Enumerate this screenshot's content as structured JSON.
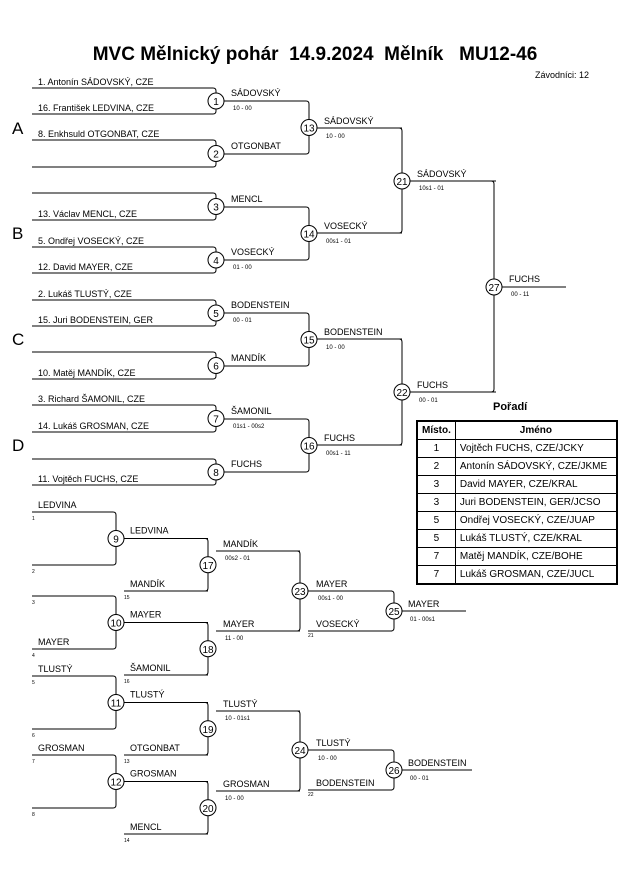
{
  "header": {
    "title": "MVC Mělnický pohár  14.9.2024  Mělník   MU12-46",
    "competitors": "Závodníci: 12"
  },
  "pools": [
    "A",
    "B",
    "C",
    "D"
  ],
  "entries": [
    "1. Antonín SÁDOVSKÝ, CZE",
    "16. František LEDVINA, CZE",
    "8. Enkhsuld OTGONBAT, CZE",
    "13. Václav MENCL, CZE",
    "5. Ondřej VOSECKÝ, CZE",
    "12. David MAYER, CZE",
    "2. Lukáš TLUSTÝ, CZE",
    "15. Juri BODENSTEIN, GER",
    "10. Matěj MANDÍK, CZE",
    "3. Richard ŠAMONIL, CZE",
    "14. Lukáš GROSMAN, CZE",
    "11. Vojtěch FUCHS, CZE"
  ],
  "main_matches": [
    {
      "no": "1",
      "winner": "SÁDOVSKÝ",
      "score": "10 - 00"
    },
    {
      "no": "2",
      "winner": "OTGONBAT",
      "score": ""
    },
    {
      "no": "3",
      "winner": "MENCL",
      "score": ""
    },
    {
      "no": "4",
      "winner": "VOSECKÝ",
      "score": "01 - 00"
    },
    {
      "no": "5",
      "winner": "BODENSTEIN",
      "score": "00 - 01"
    },
    {
      "no": "6",
      "winner": "MANDÍK",
      "score": ""
    },
    {
      "no": "7",
      "winner": "ŠAMONIL",
      "score": "01s1 - 00s2"
    },
    {
      "no": "8",
      "winner": "FUCHS",
      "score": ""
    },
    {
      "no": "13",
      "winner": "SÁDOVSKÝ",
      "score": "10 - 00"
    },
    {
      "no": "14",
      "winner": "VOSECKÝ",
      "score": "00s1 - 01"
    },
    {
      "no": "15",
      "winner": "BODENSTEIN",
      "score": "10 - 00"
    },
    {
      "no": "16",
      "winner": "FUCHS",
      "score": "00s1 - 11"
    },
    {
      "no": "21",
      "winner": "SÁDOVSKÝ",
      "score": "10s1 - 01"
    },
    {
      "no": "22",
      "winner": "FUCHS",
      "score": "00 - 01"
    },
    {
      "no": "27",
      "winner": "FUCHS",
      "score": "00 - 11"
    }
  ],
  "repechage_entries": [
    {
      "name": "LEDVINA",
      "ref": "1"
    },
    {
      "name": "",
      "ref": "2"
    },
    {
      "name": "MANDÍK",
      "ref": "15"
    },
    {
      "name": "",
      "ref": "3"
    },
    {
      "name": "MAYER",
      "ref": "4"
    },
    {
      "name": "ŠAMONIL",
      "ref": "16"
    },
    {
      "name": "TLUSTÝ",
      "ref": "5"
    },
    {
      "name": "",
      "ref": "6"
    },
    {
      "name": "OTGONBAT",
      "ref": "13"
    },
    {
      "name": "GROSMAN",
      "ref": "7"
    },
    {
      "name": "",
      "ref": "8"
    },
    {
      "name": "MENCL",
      "ref": "14"
    },
    {
      "name": "VOSECKÝ",
      "ref": "21"
    },
    {
      "name": "BODENSTEIN",
      "ref": "22"
    }
  ],
  "repechage_matches": [
    {
      "no": "9",
      "winner": "LEDVINA",
      "score": ""
    },
    {
      "no": "10",
      "winner": "MAYER",
      "score": ""
    },
    {
      "no": "11",
      "winner": "TLUSTÝ",
      "score": ""
    },
    {
      "no": "12",
      "winner": "GROSMAN",
      "score": ""
    },
    {
      "no": "17",
      "winner": "MANDÍK",
      "score": "00s2 - 01"
    },
    {
      "no": "18",
      "winner": "MAYER",
      "score": "11 - 00"
    },
    {
      "no": "19",
      "winner": "TLUSTÝ",
      "score": "10 - 01s1"
    },
    {
      "no": "20",
      "winner": "GROSMAN",
      "score": "10 - 00"
    },
    {
      "no": "23",
      "winner": "MAYER",
      "score": "00s1 - 00"
    },
    {
      "no": "24",
      "winner": "TLUSTÝ",
      "score": "10 - 00"
    },
    {
      "no": "25",
      "winner": "MAYER",
      "score": "01 - 00s1"
    },
    {
      "no": "26",
      "winner": "BODENSTEIN",
      "score": "00 - 01"
    }
  ],
  "standings": {
    "title": "Pořadí",
    "headers": [
      "Místo.",
      "Jméno"
    ],
    "rows": [
      {
        "place": "1",
        "name": "Vojtěch FUCHS, CZE/JCKY"
      },
      {
        "place": "2",
        "name": "Antonín SÁDOVSKÝ, CZE/JKME"
      },
      {
        "place": "3",
        "name": "David MAYER, CZE/KRAL"
      },
      {
        "place": "3",
        "name": "Juri BODENSTEIN, GER/JCSO"
      },
      {
        "place": "5",
        "name": "Ondřej VOSECKÝ, CZE/JUAP"
      },
      {
        "place": "5",
        "name": "Lukáš TLUSTÝ, CZE/KRAL"
      },
      {
        "place": "7",
        "name": "Matěj MANDÍK, CZE/BOHE"
      },
      {
        "place": "7",
        "name": "Lukáš GROSMAN, CZE/JUCL"
      }
    ]
  }
}
